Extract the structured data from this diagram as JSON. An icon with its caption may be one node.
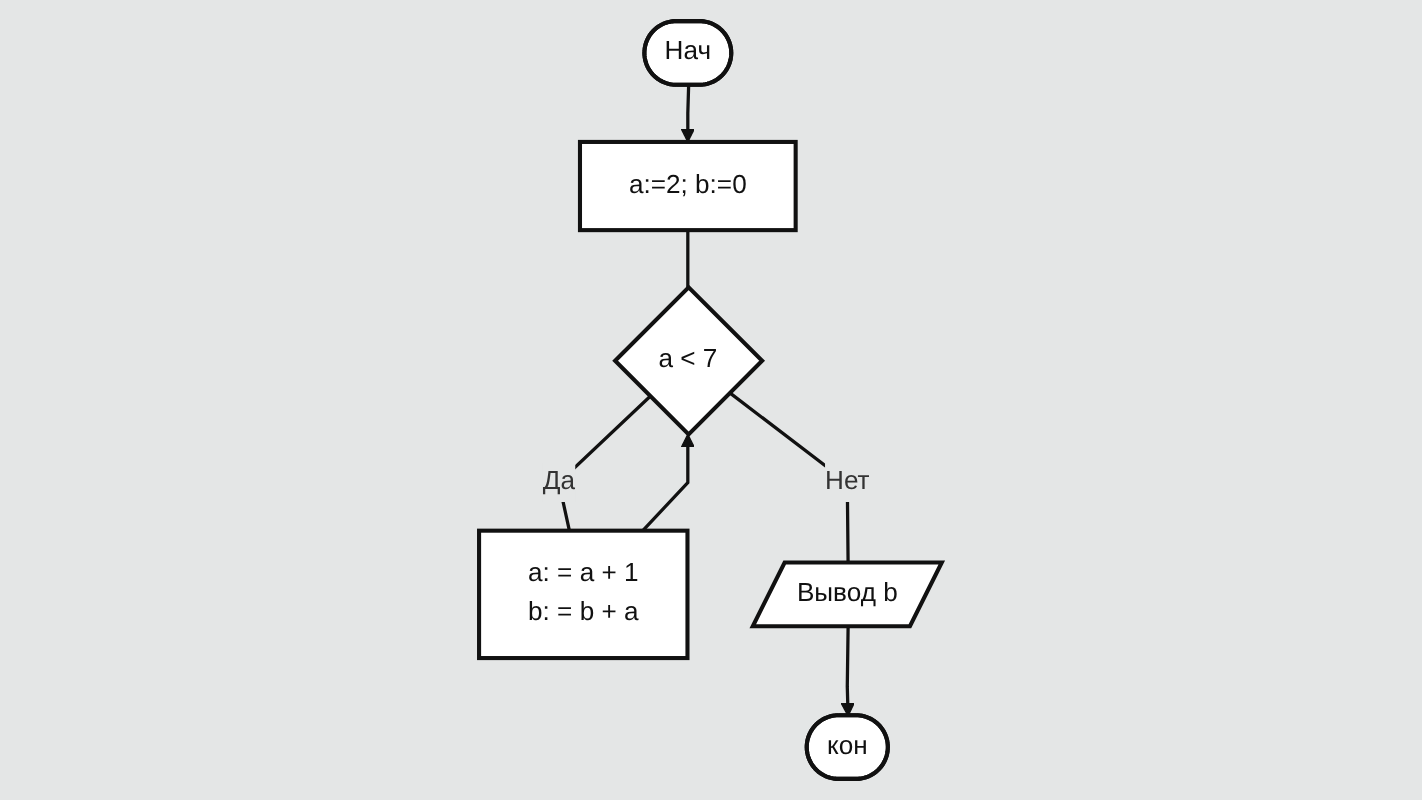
{
  "diagram": {
    "nodes": [
      {
        "text": [
          "Нач"
        ]
      },
      {
        "text": [
          "a:=2; b:=0"
        ]
      },
      {
        "text": [
          "a < 7"
        ]
      },
      {
        "text": [
          "a: = a + 1",
          "b: = b + a"
        ]
      },
      {
        "text": [
          "Вывод b"
        ]
      },
      {
        "text": [
          "кон"
        ]
      }
    ],
    "edges": [
      {
        "from": 0,
        "to": 1,
        "arrow": "to"
      },
      {
        "from": 1,
        "to": 2,
        "arrow": "none"
      },
      {
        "from": 2,
        "to": 3,
        "label": "Да",
        "arrow": "none"
      },
      {
        "from": 3,
        "to": 2,
        "arrow": "to"
      },
      {
        "from": 2,
        "to": 4,
        "label": "Нет",
        "arrow": "none"
      },
      {
        "from": 4,
        "to": 5,
        "arrow": "to"
      }
    ]
  }
}
